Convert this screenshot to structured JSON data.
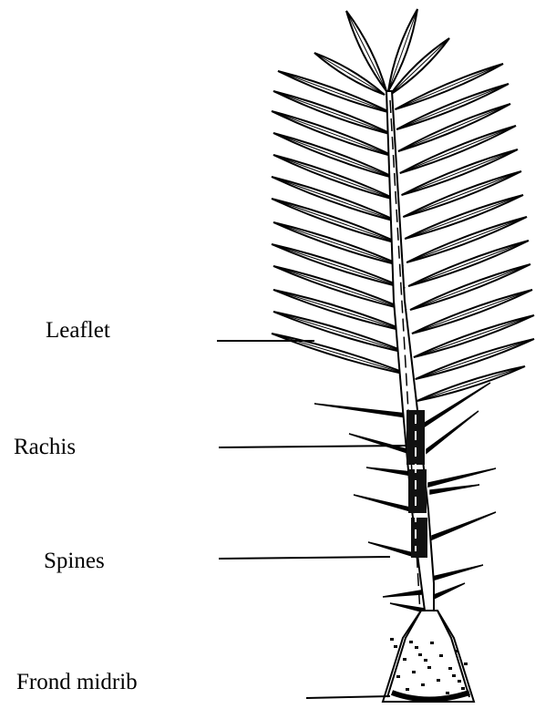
{
  "labels": {
    "leaflet": "Leaflet",
    "rachis": "Rachis",
    "spines": "Spines",
    "frond_midrib": "Frond midrib"
  },
  "colors": {
    "ink": "#000000",
    "background": "#ffffff"
  }
}
